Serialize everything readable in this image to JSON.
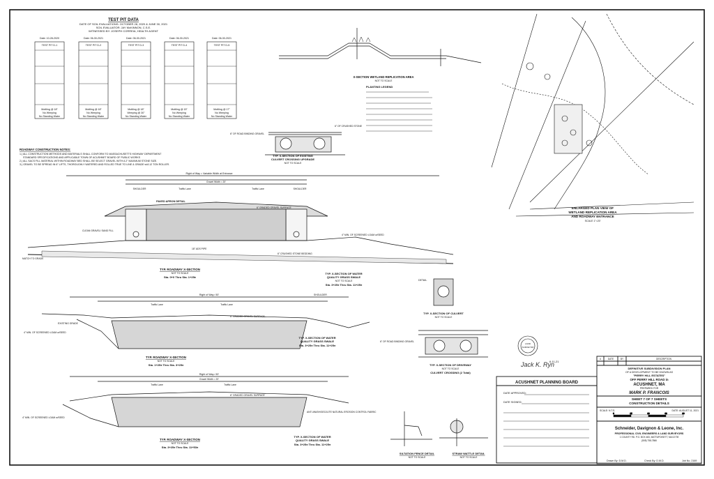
{
  "test_pit": {
    "heading": "TEST PIT DATA",
    "line1": "DATE OF SOIL EVALUATIONS: OCTOBER 28, 2020 & JUNE 30, 2021",
    "line2": "SOIL EVALUATOR: JAY McKINNON, C.S.E.",
    "line3": "WITNESSED BY: JOSEPH CORREIA, HEALTH AGENT",
    "pits": [
      {
        "date": "Date: 10-28-2020",
        "name": "TEST PIT D-1",
        "water": "Mottling @ 18\"",
        "seep": "No Weeping",
        "stand": "No Standing Water"
      },
      {
        "date": "Date: 06-30-2021",
        "name": "TEST PIT D-2",
        "water": "Mottling @ 18\"",
        "seep": "No Weeping",
        "stand": "No Standing Water"
      },
      {
        "date": "Date: 06-30-2021",
        "name": "TEST PIT D-3",
        "water": "Mottling @ 18\"",
        "seep": "Weeping @ 30\"",
        "stand": "No Standing Water"
      },
      {
        "date": "Date: 06-30-2021",
        "name": "TEST PIT D-4",
        "water": "Mottling @ 15\"",
        "seep": "No Weeping",
        "stand": "No Standing Water"
      },
      {
        "date": "Date: 06-30-2021",
        "name": "TEST PIT D-5",
        "water": "Mottling @ 17\"",
        "seep": "No Weeping",
        "stand": "No Standing Water"
      }
    ]
  },
  "notes": {
    "heading": "ROADWAY CONSTRUCTION NOTES:",
    "items": [
      "1.) ALL CONSTRUCTION METHODS AND MATERIALS SHALL CONFORM TO MASSACHUSETTS HIGHWAY DEPARTMENT",
      "STANDARD SPECIFICATIONS AND APPLICABLE TOWN OF ACUSHNET BOARD OF PUBLIC WORKS",
      "2.) ALL SACS FILL MATERIAL WITHIN ROADWAY BED SHALL BE SELECT GRAVEL WITH A 2\" MAXIMUM STONE SIZE.",
      "3.) GRAVEL TO BE SPREAD IN 6\" LIFTS, THOROUGHLY WATERED AND ROLLED TRUE TO LINE & GRADE w/A 12 TON ROLLER."
    ]
  },
  "sections": {
    "xs1_title": "TYP. ROADWAY X-SECTION",
    "xs1_scale": "NOT TO SCALE",
    "xs1_sta": "Sta. 0+0 Thru Sta. 1+25±",
    "xs2_title": "TYP. ROADWAY X-SECTION",
    "xs2_scale": "NOT TO SCALE",
    "xs2_sta": "Sta. 1+25± Thru Sta. 3+25±",
    "xs3_title": "TYP. ROADWAY X-SECTION",
    "xs3_scale": "NOT TO SCALE",
    "xs3_sta": "Sta. 3+25± Thru Sta. 11+53±",
    "swale1_title": "TYP. X-SECTION OF WATER",
    "swale1_sub": "QUALITY GRASS SWALE",
    "swale1_scale": "NOT TO SCALE",
    "swale1_sta": "Sta. 3+25± Thru Sta. 11+25±",
    "swale2_title": "TYP. X-SECTION OF WATER",
    "swale2_sub": "QUALITY GRASS SWALE",
    "swale2_sta": "Sta. 3+25± Thru Sta. 11+25±",
    "swale3_title": "TYP. X-SECTION OF WATER",
    "swale3_sub": "QUALITY GRASS SWALE",
    "swale3_sta": "Sta. 3+25± Thru Sta. 11+25±",
    "culvert_exist": "TYP. X-SECTION OF EXISTING",
    "culvert_exist2": "CULVERT CROSSING UPGRADE",
    "culvert": "TYP. X-SECTION OF CULVERT",
    "driveway": "TYP. X-SECTION OF DRIVEWAY",
    "driveway2": "CULVERT CROSSING (2 Total)",
    "silt": "SILTATION FENCE DETAIL",
    "straw": "STRAW WATTLE DETAIL",
    "wetland_x": "X-SECTION WETLAND REPLICATION AREA",
    "planting_heading": "PLANTING LEGEND",
    "plan_view": "ENLARGED PLAN VIEW OF",
    "plan_view2": "WETLAND REPLICATION AREA",
    "plan_view3": "AND ROADWAY ENTRANCE",
    "plan_scale": "SCALE 1\"=20'",
    "not_to_scale": "NOT TO SCALE",
    "detail": "DETAIL",
    "traffic_lane": "Traffic Lane",
    "gravel_width": "Gravel Width = 20'",
    "row": "Right of Way = Variable Width at Entrance",
    "row2": "Right of Way= 50'",
    "shoulder": "SHOULDER",
    "paved_apron": "PAVED APRON DETAIL",
    "clean_gravel": "CLEAN GRAVEL/ SAND FILL",
    "gravel_surface": "6\" GRADED GRAVEL SURFACE",
    "binding": "6\" OF ROAD BINDING GRAVEL",
    "crushed": "6\" OF CRUSHED STONE",
    "ads_pipe": "18\" ADS PIPE",
    "stone_bedding": "6\" CRUSHED STONE BEDDING",
    "loam": "4\" MIN. OF SCREENED LOAM w/SEED",
    "match_grade": "MATCH TO GRADE",
    "existing_grade": "EXISTING GRADE",
    "erosion": "ANTI-WASH/GEOJUTE NATURAL EROSION CONTROL FABRIC"
  },
  "stamp": {
    "line1": "LAND",
    "line2": "SURVEYOR"
  },
  "signature": "Jack K. Ryn",
  "sign_date": "6-11-21",
  "planning_board": {
    "heading": "ACUSHNET PLANNING BOARD",
    "approved": "DATE APPROVED:",
    "signed": "DATE SIGNED:"
  },
  "revisions": {
    "headers": [
      "#",
      "DATE",
      "BY",
      "DESCRIPTION"
    ]
  },
  "title_block": {
    "line1": "DEFINITIVE SUBDIVISION PLAN",
    "line2": "OF A DEVELOPMENT TO BE KNOWN AS",
    "project": "\"PERRY HILL ESTATES\"",
    "road": "OFF PERRY HILL ROAD in",
    "town": "ACUSHNET, MA",
    "prepared": "PREPARED FOR",
    "client": "MARK P. FRANCOIS",
    "sheet": "SHEET 7 OF 7 SHEETS",
    "sheet_title": "CONSTRUCTION DETAILS",
    "scale_label": "SCALE: N.T.S.",
    "date_label": "DATE: AUGUST 11, 2021",
    "bar_ticks": [
      "0",
      "15",
      "30",
      "60",
      "90"
    ],
    "firm": "Schneider, Davignon & Leone, Inc.",
    "firm_sub": "PROFESSIONAL CIVIL ENGINEERS & LAND SURVEYORS",
    "firm_addr": "1 COUNTY RD. P.O. BOX 483, MATTAPOISETT, MA 02739",
    "firm_phone": "(508) 758-7866",
    "drawn": "Drawn By: D.M.D.",
    "check": "Check By: D.M.D.",
    "job": "Job No. 2169"
  }
}
